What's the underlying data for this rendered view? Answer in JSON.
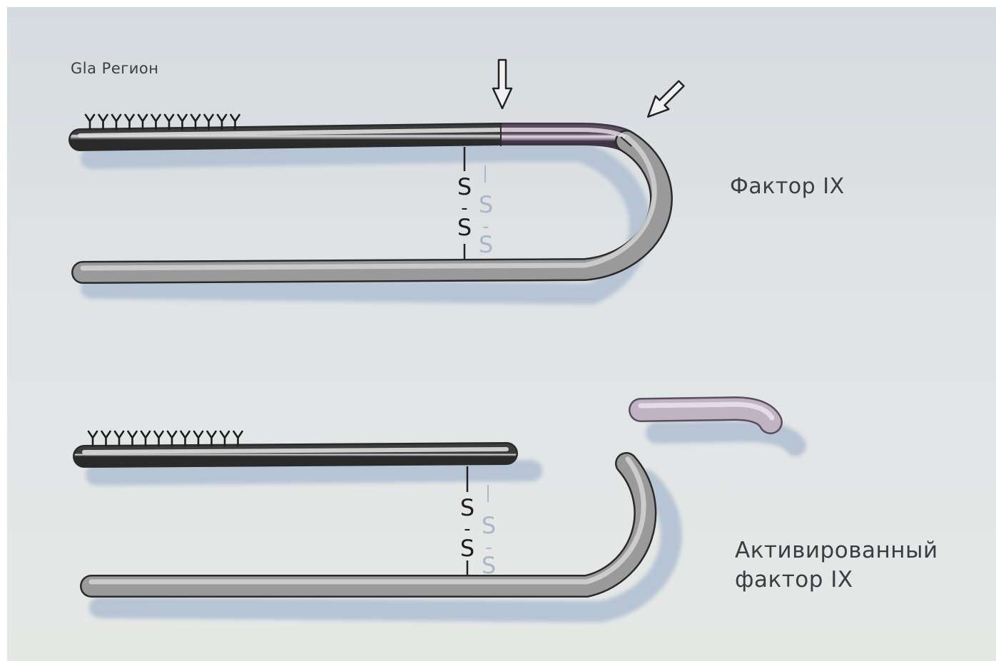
{
  "labels": {
    "gla_region": "Gla Регион",
    "factor_ix": "Фактор  IX",
    "activated_factor_line1": "Активированный",
    "activated_factor_line2": "фактор  IX"
  },
  "disulfide": {
    "sulfur": "S",
    "bond": "-"
  },
  "colors": {
    "background": "#dde1e3",
    "rod_dark": "#4a4a4a",
    "rod_light": "#b9b9b9",
    "activation_peptide": "#b6a8bb",
    "shadow": "#bcc8d6",
    "shadow_text": "#a8b7ca",
    "text": "#3a3d42"
  },
  "icons": [
    "cleavage-arrow-icon",
    "gla-residue-icon"
  ]
}
